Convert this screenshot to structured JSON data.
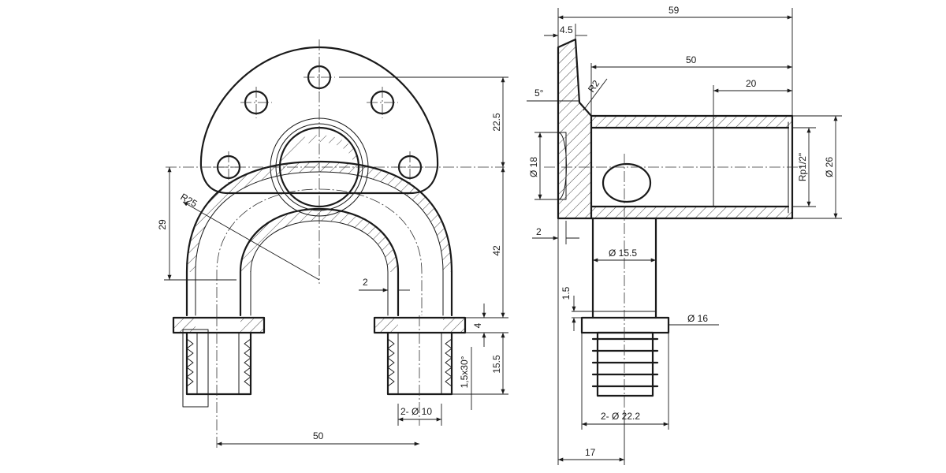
{
  "front_view": {
    "dims": {
      "d22_5": "22.5",
      "d42": "42",
      "d29": "29",
      "r25": "R25",
      "d2": "2",
      "d4": "4",
      "d15_5": "15.5",
      "chamfer": "1,5x30°",
      "bore": "2- Ø 10",
      "d50": "50"
    }
  },
  "side_view": {
    "dims": {
      "d59": "59",
      "d4_5": "4.5",
      "d50": "50",
      "d20": "20",
      "angle": "5°",
      "r2": "R2",
      "dia18": "Ø 18",
      "rp": "Rp1/2\"",
      "dia26": "Ø 26",
      "d2": "2",
      "dia15_5": "Ø 15.5",
      "d1_5": "1.5",
      "dia16": "Ø 16",
      "dia22_2": "2- Ø 22.2",
      "d17": "17"
    }
  }
}
